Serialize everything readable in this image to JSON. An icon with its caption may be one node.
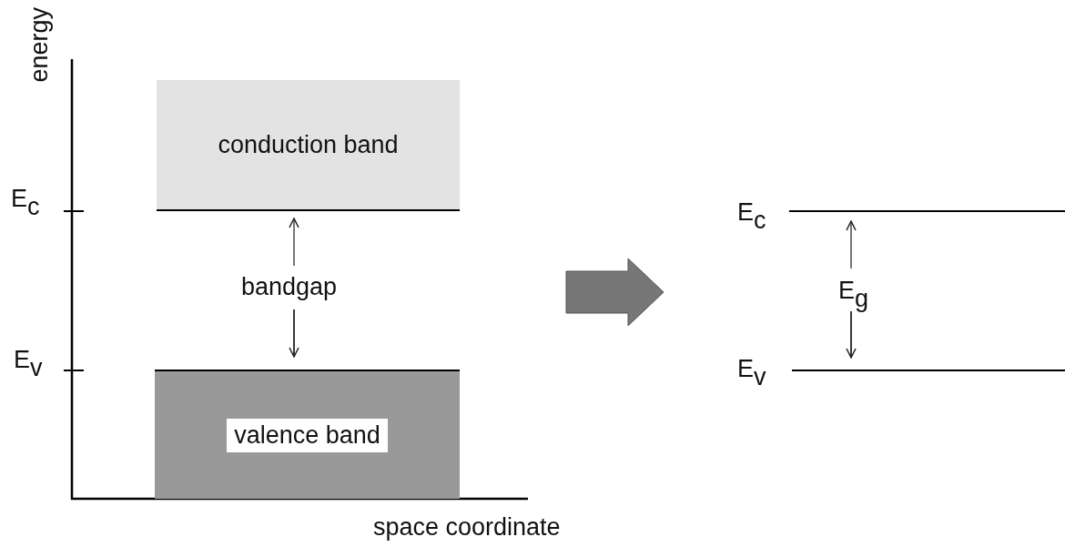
{
  "diagram": {
    "nodes": [
      {
        "text": [
          "conduction band"
        ]
      },
      {
        "text": [
          "valence band"
        ]
      }
    ],
    "labels": [
      "energy",
      "E$_{c}$",
      "bandgap",
      "E$_{v}$",
      "space  coordinate",
      "E$_{c}$",
      "E$_{g}$",
      "E$_{v}$"
    ]
  }
}
